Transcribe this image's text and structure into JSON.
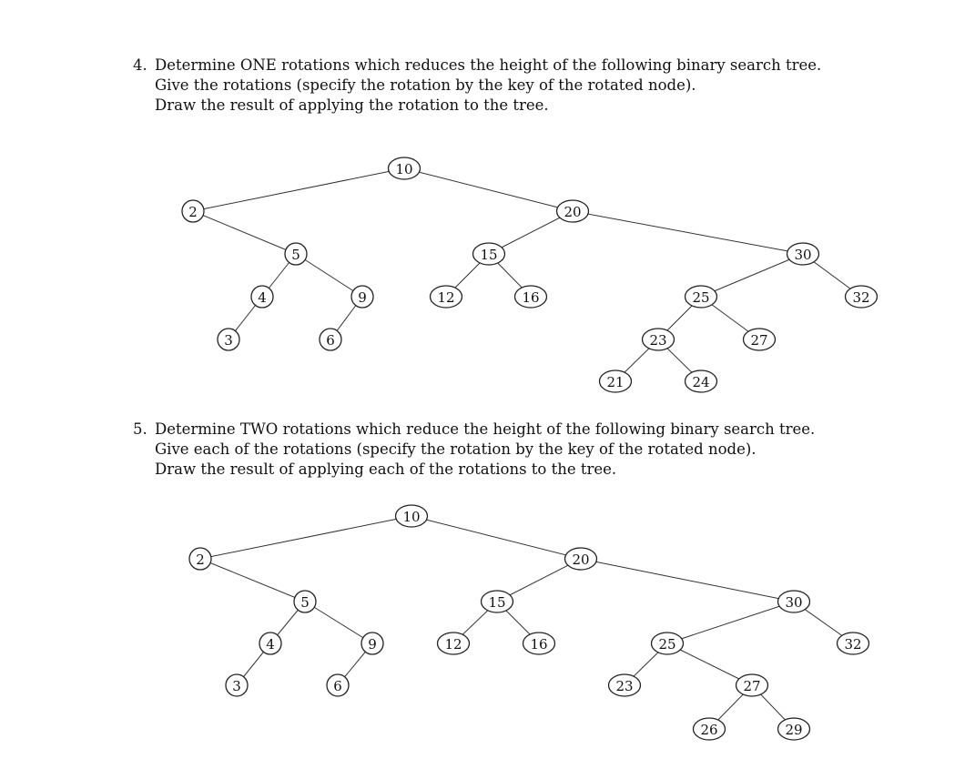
{
  "questions": [
    {
      "number": "4.",
      "lines": [
        "Determine ONE rotations which reduces the height of the following binary search tree.",
        "Give the rotations (specify the rotation by the key of the rotated node).",
        "Draw the result of applying the rotation to the tree."
      ],
      "tree": {
        "nodes": [
          "10",
          "2",
          "20",
          "5",
          "15",
          "30",
          "4",
          "9",
          "12",
          "16",
          "25",
          "32",
          "3",
          "6",
          "23",
          "27",
          "21",
          "24"
        ],
        "edges": [
          [
            "10",
            "2"
          ],
          [
            "10",
            "20"
          ],
          [
            "2",
            "5"
          ],
          [
            "5",
            "4"
          ],
          [
            "5",
            "9"
          ],
          [
            "4",
            "3"
          ],
          [
            "9",
            "6"
          ],
          [
            "20",
            "15"
          ],
          [
            "20",
            "30"
          ],
          [
            "15",
            "12"
          ],
          [
            "15",
            "16"
          ],
          [
            "30",
            "25"
          ],
          [
            "30",
            "32"
          ],
          [
            "25",
            "23"
          ],
          [
            "25",
            "27"
          ],
          [
            "23",
            "21"
          ],
          [
            "23",
            "24"
          ]
        ]
      }
    },
    {
      "number": "5.",
      "lines": [
        "Determine TWO rotations which reduce the height of the following binary search tree.",
        "Give each of the rotations (specify the rotation by the key of the rotated node).",
        "Draw the result of applying each of the rotations to the tree."
      ],
      "tree": {
        "nodes": [
          "10",
          "2",
          "20",
          "5",
          "15",
          "30",
          "4",
          "9",
          "12",
          "16",
          "25",
          "32",
          "3",
          "6",
          "23",
          "27",
          "26",
          "29"
        ],
        "edges": [
          [
            "10",
            "2"
          ],
          [
            "10",
            "20"
          ],
          [
            "2",
            "5"
          ],
          [
            "5",
            "4"
          ],
          [
            "5",
            "9"
          ],
          [
            "4",
            "3"
          ],
          [
            "9",
            "6"
          ],
          [
            "20",
            "15"
          ],
          [
            "20",
            "30"
          ],
          [
            "15",
            "12"
          ],
          [
            "15",
            "16"
          ],
          [
            "30",
            "25"
          ],
          [
            "30",
            "32"
          ],
          [
            "25",
            "23"
          ],
          [
            "25",
            "27"
          ],
          [
            "27",
            "26"
          ],
          [
            "27",
            "29"
          ]
        ]
      }
    }
  ]
}
